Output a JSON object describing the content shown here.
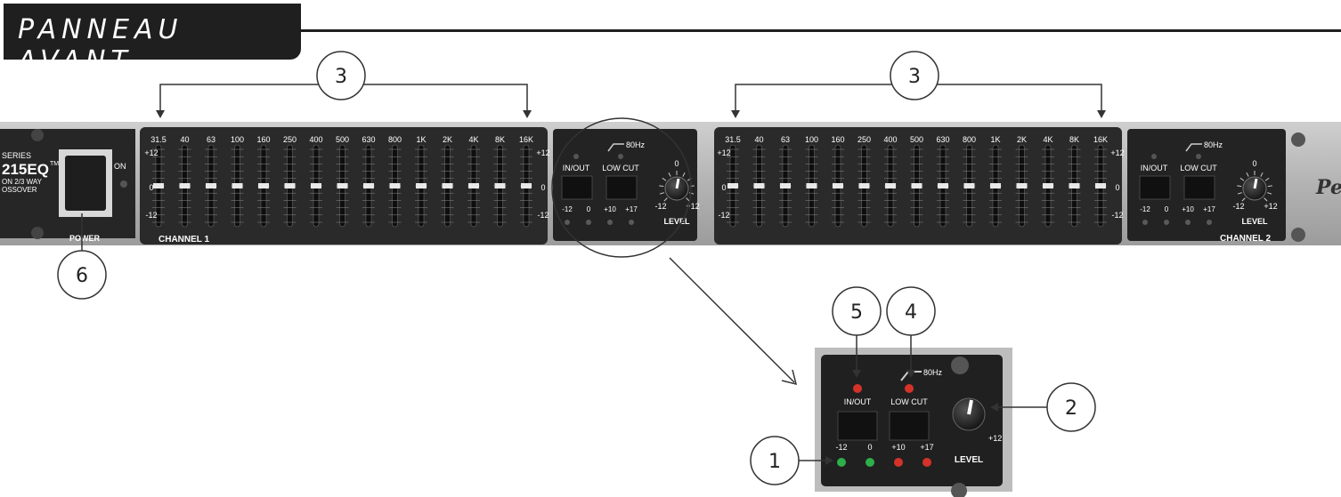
{
  "title": "PANNEAU AVANT",
  "freq_labels": [
    "31.5",
    "40",
    "63",
    "100",
    "160",
    "250",
    "400",
    "500",
    "630",
    "800",
    "1K",
    "2K",
    "4K",
    "8K",
    "16K"
  ],
  "scale": {
    "top": "+12",
    "mid": "0",
    "bottom": "-12"
  },
  "model": {
    "series": "SERIES",
    "name": "215EQ",
    "tm": "TM",
    "desc1": "ON 2/3 WAY",
    "desc2": "OSSOVER"
  },
  "power_label": "POWER",
  "on_label": "ON",
  "channel1": "CHANNEL 1",
  "channel2": "CHANNEL 2",
  "controls": {
    "lowcut_freq": "80Hz",
    "in_out": "IN/OUT",
    "low_cut": "LOW CUT",
    "led_labels": [
      "-12",
      "0",
      "+10",
      "+17"
    ],
    "level": "LEVEL",
    "knob_top": "0",
    "knob_min": "-12",
    "knob_max": "+12"
  },
  "zoom": {
    "in_out": "IN/OUT",
    "low_cut": "LOW CUT",
    "lowcut_freq": "80Hz",
    "led_labels": [
      "-12",
      "0",
      "+10",
      "+17"
    ],
    "level": "LEVEL",
    "knob_max": "+12"
  },
  "callouts": [
    "1",
    "2",
    "3",
    "3",
    "4",
    "5",
    "6"
  ],
  "colors": {
    "panel": "#2a2a2a",
    "metal": "#b9b9b9",
    "led_green": "#2fae4a",
    "led_red": "#d5322a",
    "led_off": "#5a5a5a"
  }
}
